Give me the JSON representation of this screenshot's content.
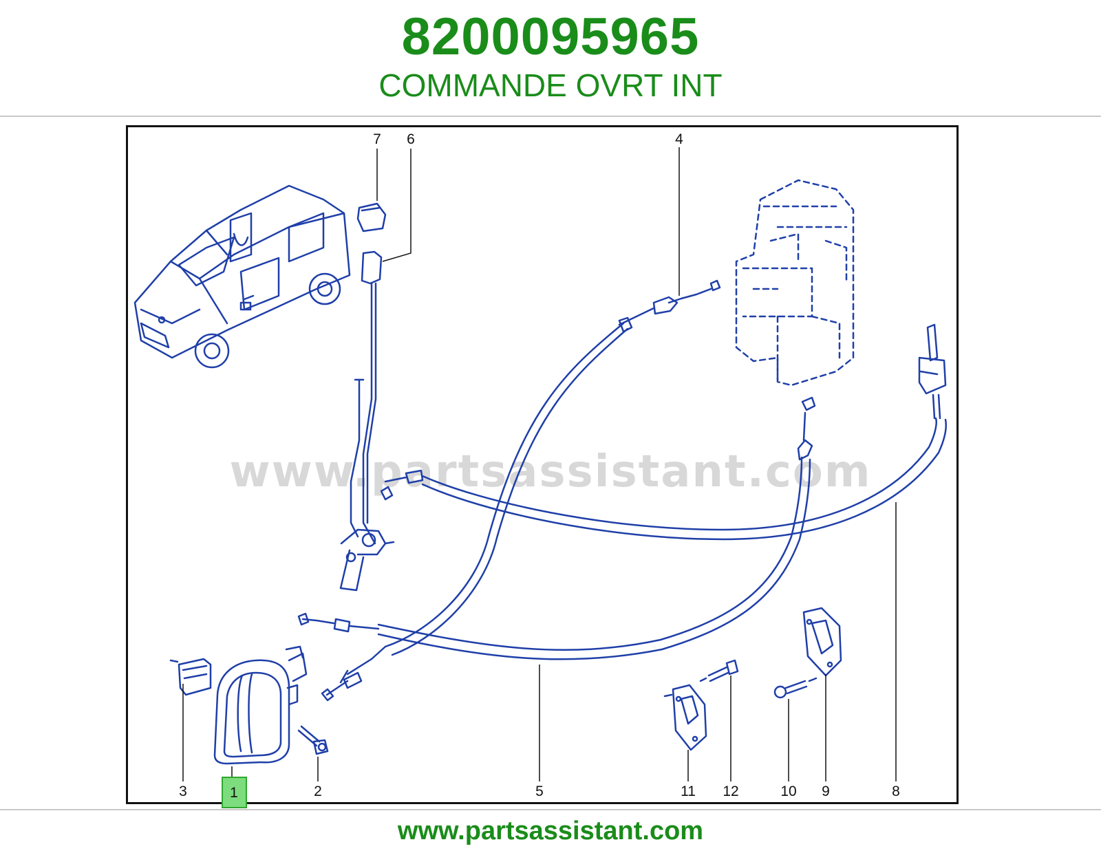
{
  "header": {
    "part_number": "8200095965",
    "part_name": "COMMANDE OVRT INT"
  },
  "diagram": {
    "watermark": "www.partsassistant.com",
    "callouts": {
      "c1": "1",
      "c2": "2",
      "c3": "3",
      "c4": "4",
      "c5": "5",
      "c6": "6",
      "c7": "7",
      "c8": "8",
      "c9": "9",
      "c10": "10",
      "c11": "11",
      "c12": "12"
    },
    "highlighted_callout": "1",
    "colors": {
      "line_art": "#1f3fa8",
      "highlight": "#7ddc7d",
      "brand": "#1a8c1a"
    }
  },
  "footer": {
    "url": "www.partsassistant.com"
  }
}
